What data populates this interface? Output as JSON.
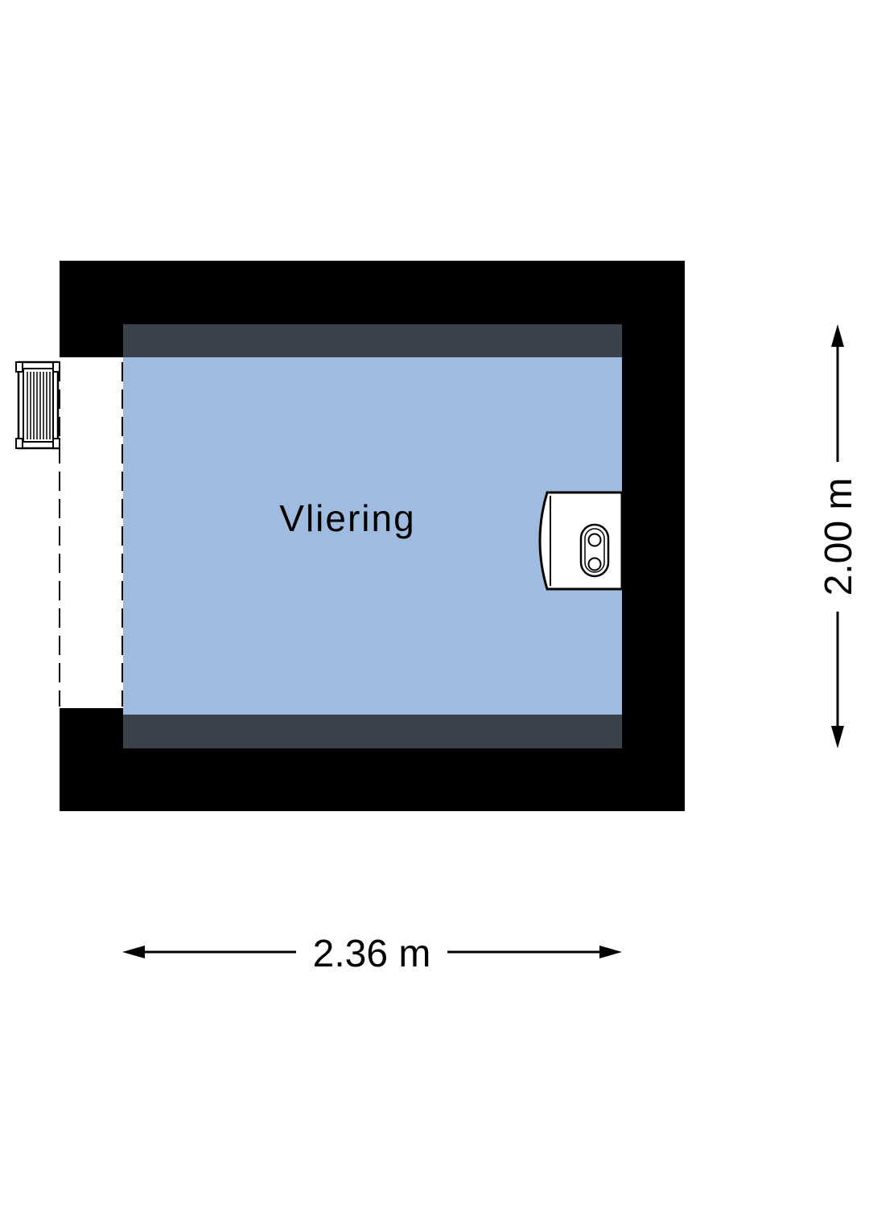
{
  "floorplan": {
    "room_label": "Vliering",
    "dimensions": {
      "width": "2.36 m",
      "height": "2.00 m"
    },
    "fixtures": [
      "ladder-icon",
      "boiler-icon"
    ],
    "colors": {
      "walls": "#000000",
      "room_floor": "#9fbbe0",
      "sloped_ceiling_band": "#3b424b",
      "dimension_lines": "#000000",
      "background": "#ffffff"
    }
  }
}
